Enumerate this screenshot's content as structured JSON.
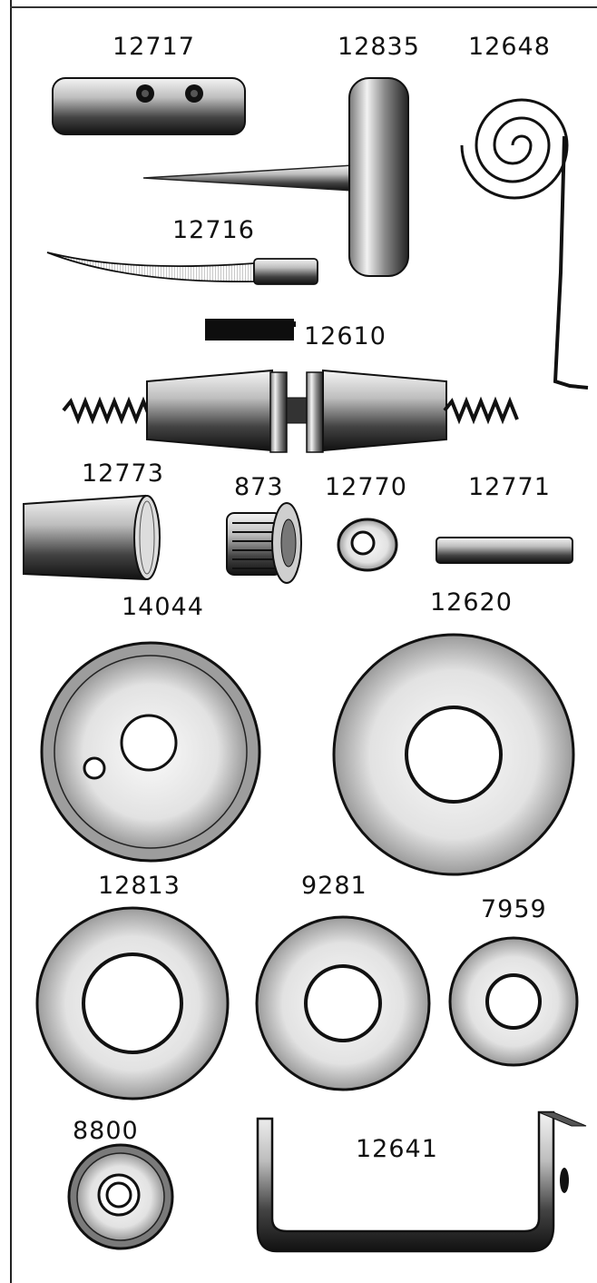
{
  "catalog": {
    "parts": [
      {
        "number": "12717"
      },
      {
        "number": "12835"
      },
      {
        "number": "12648"
      },
      {
        "number": "12716"
      },
      {
        "number": "12610"
      },
      {
        "number": "12773"
      },
      {
        "number": "873"
      },
      {
        "number": "12770"
      },
      {
        "number": "12771"
      },
      {
        "number": "14044"
      },
      {
        "number": "12620"
      },
      {
        "number": "12813"
      },
      {
        "number": "9281"
      },
      {
        "number": "7959"
      },
      {
        "number": "8800"
      },
      {
        "number": "12641"
      }
    ]
  }
}
